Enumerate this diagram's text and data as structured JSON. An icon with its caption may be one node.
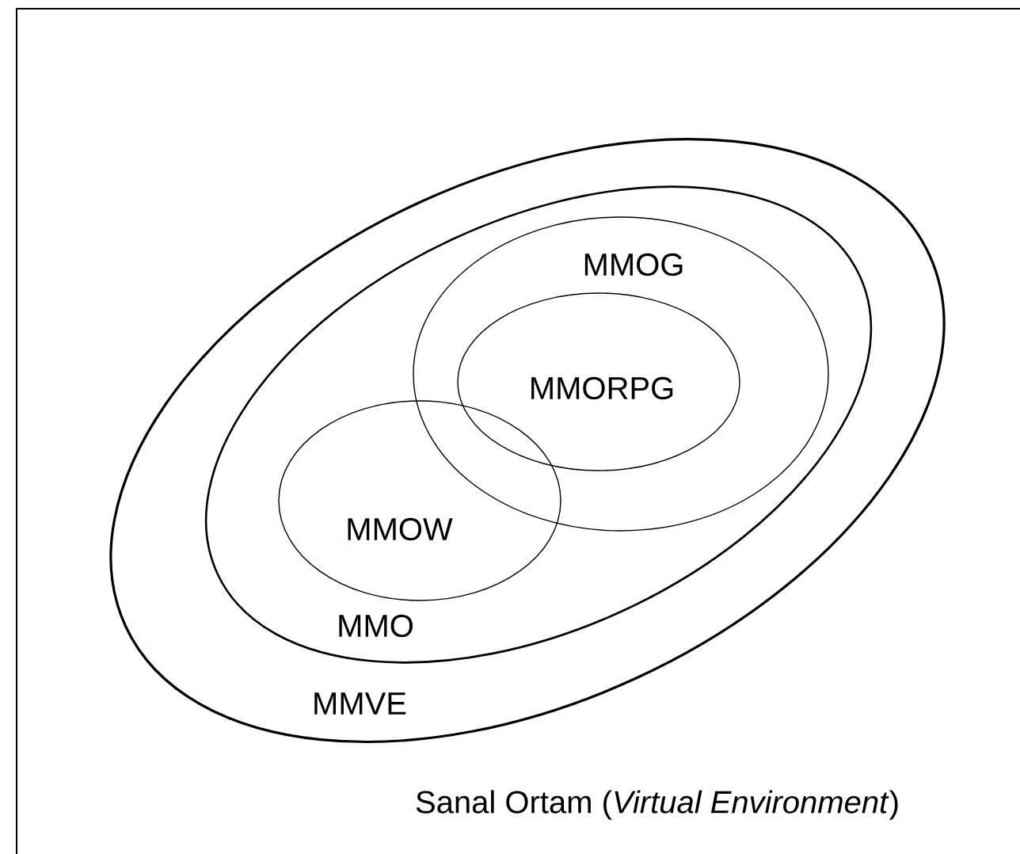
{
  "diagram": {
    "nodes": [
      {
        "text": [
          "Sanal Ortam (*Virtual Environment*)"
        ]
      },
      {
        "text": [
          "MMVE"
        ],
        "in": 0
      },
      {
        "text": [
          "MMO"
        ],
        "in": 1
      },
      {
        "text": [
          "MMOG"
        ],
        "in": 2
      },
      {
        "text": [
          "MMORPG"
        ],
        "in": 3
      },
      {
        "text": [
          "MMOW"
        ],
        "in": 2
      }
    ]
  }
}
